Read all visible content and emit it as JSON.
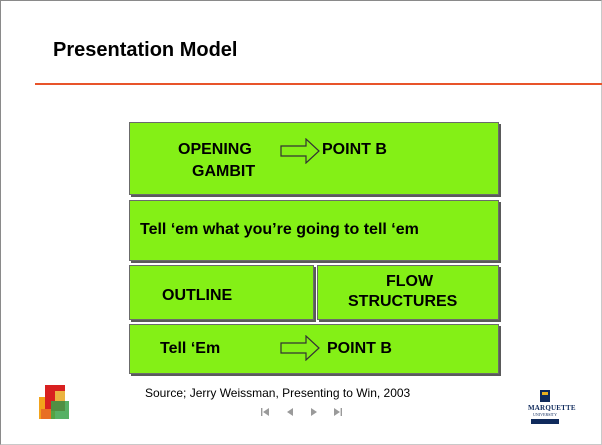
{
  "slide": {
    "title": "Presentation Model",
    "accent_color": "#e8542a",
    "box_color": "#84f016"
  },
  "row1": {
    "left_line1": "OPENING",
    "left_line2": "GAMBIT",
    "right": "POINT B"
  },
  "row2": {
    "text": "Tell ‘em what you’re going to tell ‘em"
  },
  "row3": {
    "left": "OUTLINE",
    "right_line1": "FLOW",
    "right_line2": "STRUCTURES"
  },
  "row4": {
    "left": "Tell ‘Em",
    "right": "POINT B"
  },
  "source": "Source; Jerry Weissman, Presenting to Win, 2003",
  "nav": {
    "icons": [
      "first-slide-icon",
      "previous-slide-icon",
      "next-slide-icon",
      "last-slide-icon"
    ]
  },
  "logo_right": {
    "line1": "MARQUETTE",
    "line2": "UNIVERSITY"
  }
}
